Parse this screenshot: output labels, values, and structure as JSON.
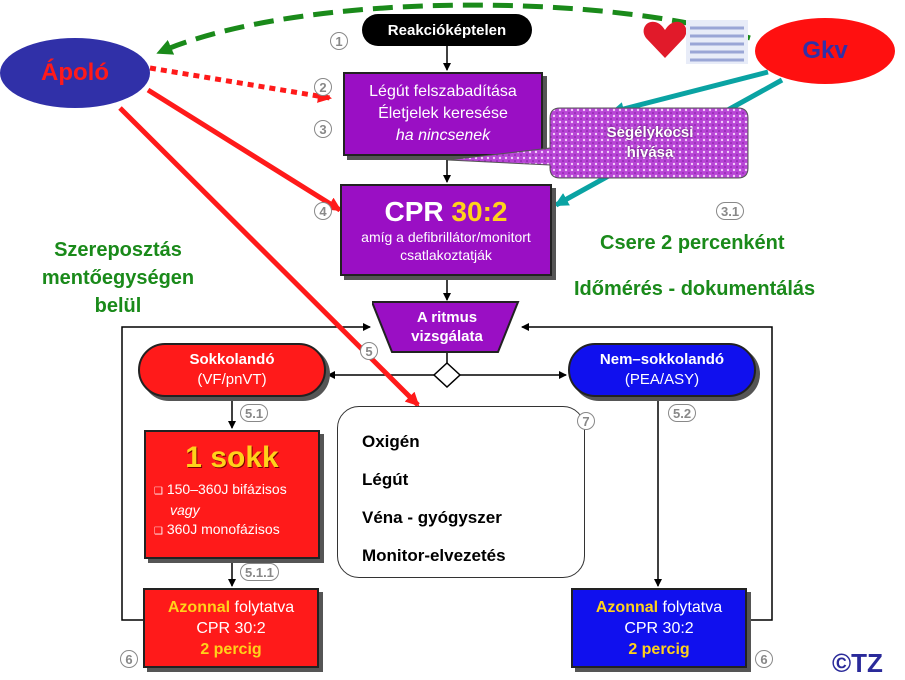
{
  "roles": {
    "nurse": "Ápoló",
    "ambulance": "Gkv"
  },
  "start": "Reakcióképtelen",
  "airway_box": {
    "line1": "Légút felszabadítása",
    "line2": "Életjelek keresése",
    "line3": "ha nincsenek"
  },
  "callout": {
    "line1": "Segélykocsi",
    "line2": "hívása"
  },
  "cpr_box": {
    "title_prefix": "CPR",
    "ratio": "30:2",
    "line1": "amíg a defibrillátor/monitort",
    "line2": "csatlakoztatják"
  },
  "rhythm": {
    "line1": "A ritmus",
    "line2": "vizsgálata"
  },
  "shockable": {
    "title": "Sokkolandó",
    "sub": "(VF/pnVT)"
  },
  "nonshockable": {
    "title": "Nem–sokkolandó",
    "sub": "(PEA/ASY)"
  },
  "shock_box": {
    "title": "1 sokk",
    "item1": "150–360J bifázisos",
    "item1b": "vagy",
    "item2": "360J monofázisos"
  },
  "tasks": [
    "Oxigén",
    "Légút",
    "Véna - gyógyszer",
    "Monitor-elvezetés"
  ],
  "continue_left": {
    "word1": "Azonnal",
    "word2": "folytatva",
    "line2": "CPR 30:2",
    "line3": "2 percig"
  },
  "continue_right": {
    "word1": "Azonnal",
    "word2": "folytatva",
    "line2": "CPR 30:2",
    "line3": "2 percig"
  },
  "labels": {
    "roles_title_1": "Szereposztás",
    "roles_title_2": "mentőegységen",
    "roles_title_3": "belül",
    "swap": "Csere 2 percenként",
    "timing": "Időmérés - dokumentálás",
    "copyright": "©TZ"
  },
  "step_numbers": {
    "s1": "1",
    "s2": "2",
    "s3": "3",
    "s31": "3.1",
    "s4": "4",
    "s5": "5",
    "s51": "5.1",
    "s511": "5.1.1",
    "s52": "5.2",
    "s6a": "6",
    "s6b": "6",
    "s7": "7"
  },
  "colors": {
    "purple": "#9a0fc4",
    "red": "#ff1a1a",
    "blue": "#1010ee",
    "navy": "#2a2a9a",
    "yellow": "#ffd21a",
    "green": "#1a8a1a",
    "teal": "#0aa3a3"
  },
  "icons": [
    "heart-icon",
    "ecg-strip-icon"
  ]
}
